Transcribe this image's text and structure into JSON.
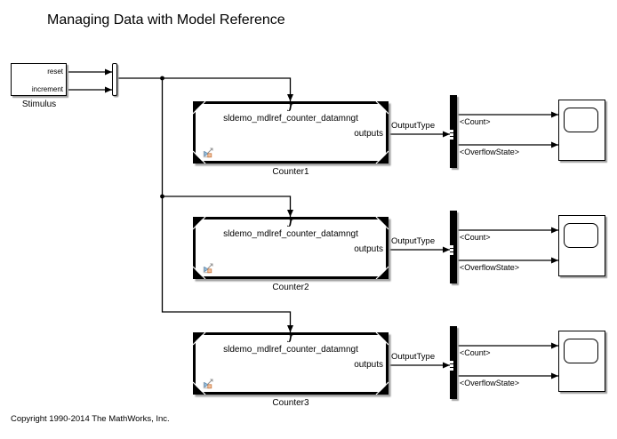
{
  "title": "Managing Data with Model Reference",
  "copyright": "Copyright 1990-2014 The MathWorks, Inc.",
  "colors": {
    "line": "#000000",
    "block_background": "#ffffff",
    "block_border": "#000000",
    "shadow": "#9e9e9e",
    "badge_blue": "#9dc3dd",
    "badge_orange": "#f2c29e"
  },
  "icons": {
    "trigger": "ƒ",
    "badge": "model-reference-badge"
  },
  "stimulus": {
    "label": "Stimulus",
    "ports": [
      "reset",
      "increment"
    ]
  },
  "counters": [
    {
      "label": "Counter1",
      "model_name": "sldemo_mdlref_counter_datamngt",
      "output_port": "outputs",
      "signal_name": "OutputType",
      "bus_signals": [
        "<Count>",
        "<OverflowState>"
      ]
    },
    {
      "label": "Counter2",
      "model_name": "sldemo_mdlref_counter_datamngt",
      "output_port": "outputs",
      "signal_name": "OutputType",
      "bus_signals": [
        "<Count>",
        "<OverflowState>"
      ]
    },
    {
      "label": "Counter3",
      "model_name": "sldemo_mdlref_counter_datamngt",
      "output_port": "outputs",
      "signal_name": "OutputType",
      "bus_signals": [
        "<Count>",
        "<OverflowState>"
      ]
    }
  ]
}
